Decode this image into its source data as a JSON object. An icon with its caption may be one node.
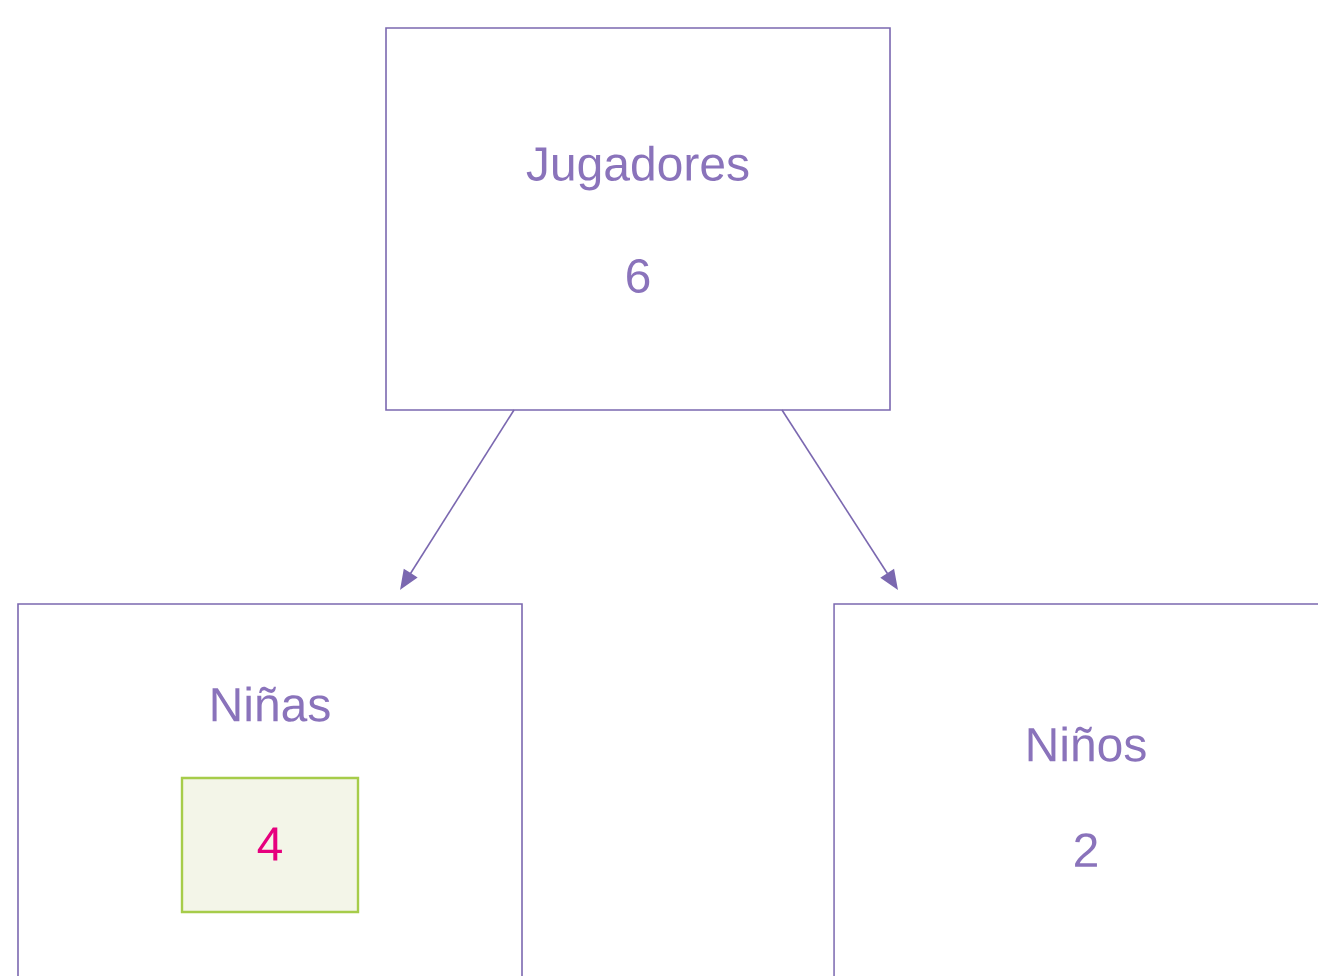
{
  "diagram": {
    "nodes": [
      {
        "text": [
          "Jugadores",
          "6"
        ]
      },
      {
        "text": [
          "Niñas"
        ]
      },
      {
        "text": [
          "4"
        ],
        "in": 1
      },
      {
        "text": [
          "Niños",
          "2"
        ]
      }
    ],
    "edges": [
      {
        "from": 0,
        "to": 1,
        "arrow": "to"
      },
      {
        "from": 0,
        "to": 3,
        "arrow": "to"
      }
    ]
  }
}
